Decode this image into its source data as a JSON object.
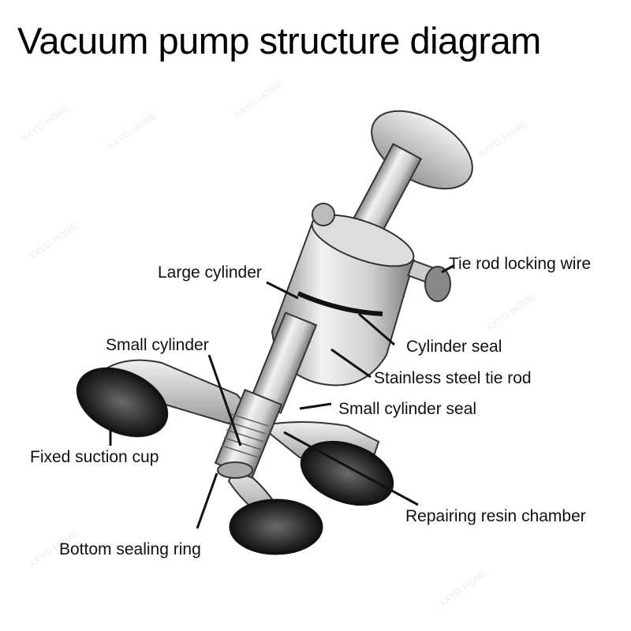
{
  "title": "Vacuum pump structure diagram",
  "labels": {
    "large_cylinder": "Large cylinder",
    "tie_rod_locking_wire": "Tie rod locking wire",
    "small_cylinder": "Small cylinder",
    "cylinder_seal": "Cylinder seal",
    "stainless_steel_tie_rod": "Stainless steel tie rod",
    "small_cylinder_seal": "Small cylinder seal",
    "fixed_suction_cup": "Fixed suction cup",
    "repairing_resin_chamber": "Repairing resin chamber",
    "bottom_sealing_ring": "Bottom sealing ring"
  },
  "watermark": "XXYG HOME",
  "colors": {
    "ink": "#111111",
    "metal_light": "#e6e6e6",
    "metal_mid": "#b8b8b8",
    "metal_dark": "#6f6f6f",
    "cup": "#2a2a2a"
  }
}
